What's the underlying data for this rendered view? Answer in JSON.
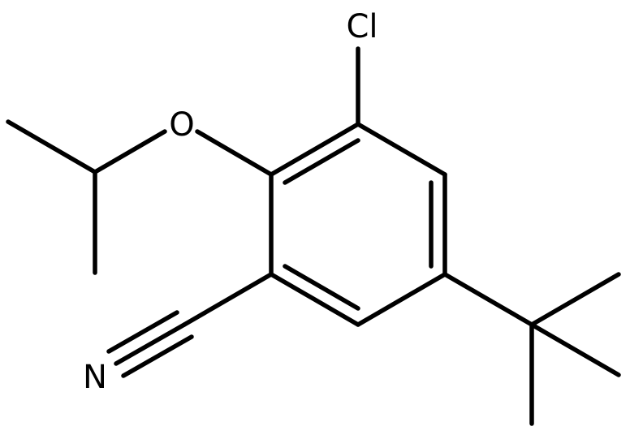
{
  "molecule": {
    "atoms": {
      "chlorine": "Cl",
      "oxygen": "O",
      "nitrogen": "N"
    }
  },
  "colors": {
    "bond": "#000000",
    "label": "#000000",
    "background": "#ffffff"
  }
}
